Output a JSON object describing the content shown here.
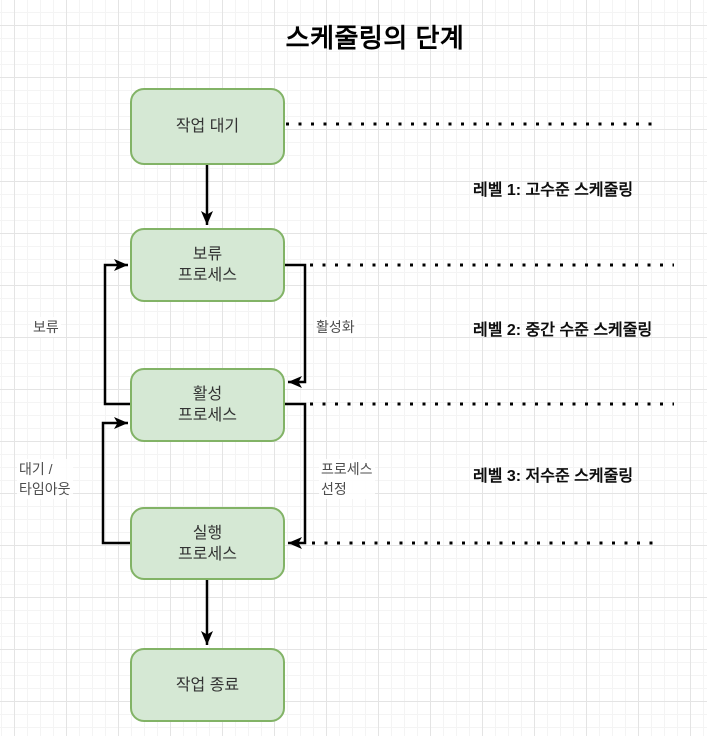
{
  "diagram": {
    "title": "스케줄링의 단계",
    "nodes": [
      {
        "id": "job-wait",
        "label": "작업 대기"
      },
      {
        "id": "pending-process",
        "label": "보류\n프로세스"
      },
      {
        "id": "active-process",
        "label": "활성\n프로세스"
      },
      {
        "id": "running-process",
        "label": "실행\n프로세스"
      },
      {
        "id": "job-finish",
        "label": "작업 종료"
      }
    ],
    "edges": [
      {
        "from": "job-wait",
        "to": "pending-process",
        "label": ""
      },
      {
        "from": "active-process",
        "to": "pending-process",
        "label": "보류"
      },
      {
        "from": "pending-process",
        "to": "active-process",
        "label": "활성화"
      },
      {
        "from": "running-process",
        "to": "active-process",
        "label": "대기 /\n타임아웃"
      },
      {
        "from": "active-process",
        "to": "running-process",
        "label": "프로세스\n선정"
      },
      {
        "from": "running-process",
        "to": "job-finish",
        "label": ""
      }
    ],
    "levels": [
      {
        "label": "레벨 1: 고수준 스케줄링"
      },
      {
        "label": "레벨 2: 중간 수준 스케줄링"
      },
      {
        "label": "레벨 3: 저수준 스케줄링"
      }
    ],
    "colors": {
      "node_fill": "#d5e8d4",
      "node_border": "#82b366",
      "connector": "#000000",
      "edge_label_text": "#4d4d4d",
      "grid_minor": "#f4f4f4",
      "grid_major": "#e4e4e4"
    }
  }
}
